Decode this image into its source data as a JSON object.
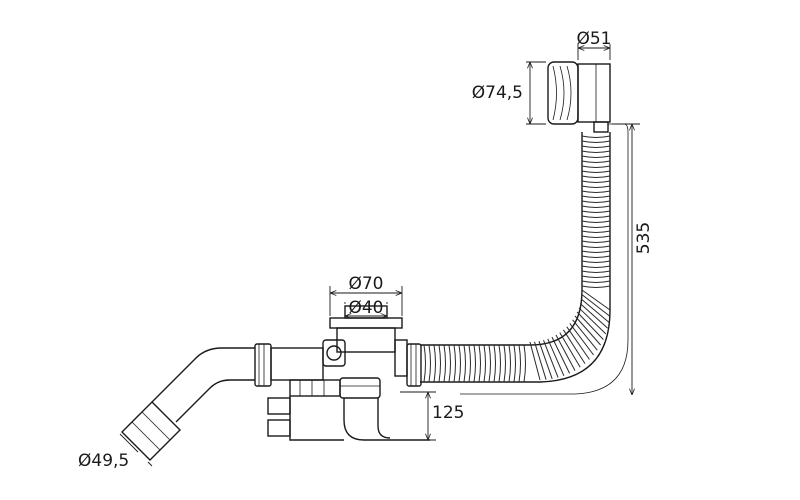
{
  "dimensions": {
    "overflow_outer": "Ø51",
    "overflow_cap": "Ø74,5",
    "hose_length": "535",
    "drain_outer": "Ø70",
    "drain_inner": "Ø40",
    "trap_height": "125",
    "outlet": "Ø49,5"
  },
  "colors": {
    "line": "#1a1a1a",
    "background": "#ffffff"
  }
}
